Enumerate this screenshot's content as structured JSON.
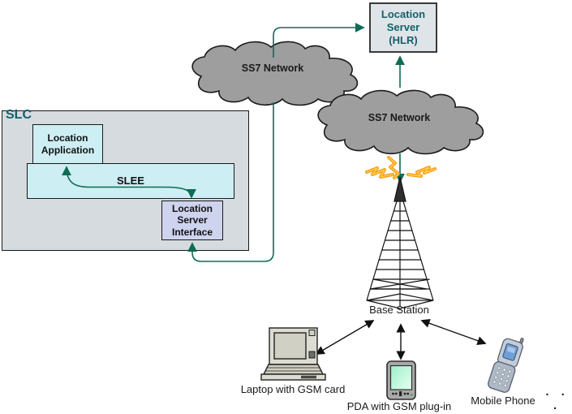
{
  "slc": {
    "title": "SLC",
    "location_application": "Location\nApplication",
    "slee": "SLEE",
    "location_server_interface": "Location\nServer\nInterface"
  },
  "location_server": {
    "label": "Location\nServer\n(HLR)"
  },
  "networks": {
    "upper": "SS7 Network",
    "lower": "SS7 Network"
  },
  "base_station": {
    "label": "Base Station"
  },
  "devices": {
    "laptop": "Laptop with GSM card",
    "pda": "PDA with GSM plug-in",
    "mobile": "Mobile Phone",
    "more_indicator": "· · ·"
  },
  "colors": {
    "line_teal": "#0f6b55",
    "heading_teal": "#165e6b",
    "cloud_gray": "#9e9e9e",
    "cloud_border": "#1a1a1a",
    "slc_fill": "#d5dbde",
    "cyan_fill": "#cdeef3",
    "lavender_fill": "#ced3ee",
    "server_fill": "#dfe4e8",
    "bolt_orange": "#f59d1e",
    "bolt_yellow": "#ffd24d",
    "arrow_black": "#111111"
  }
}
